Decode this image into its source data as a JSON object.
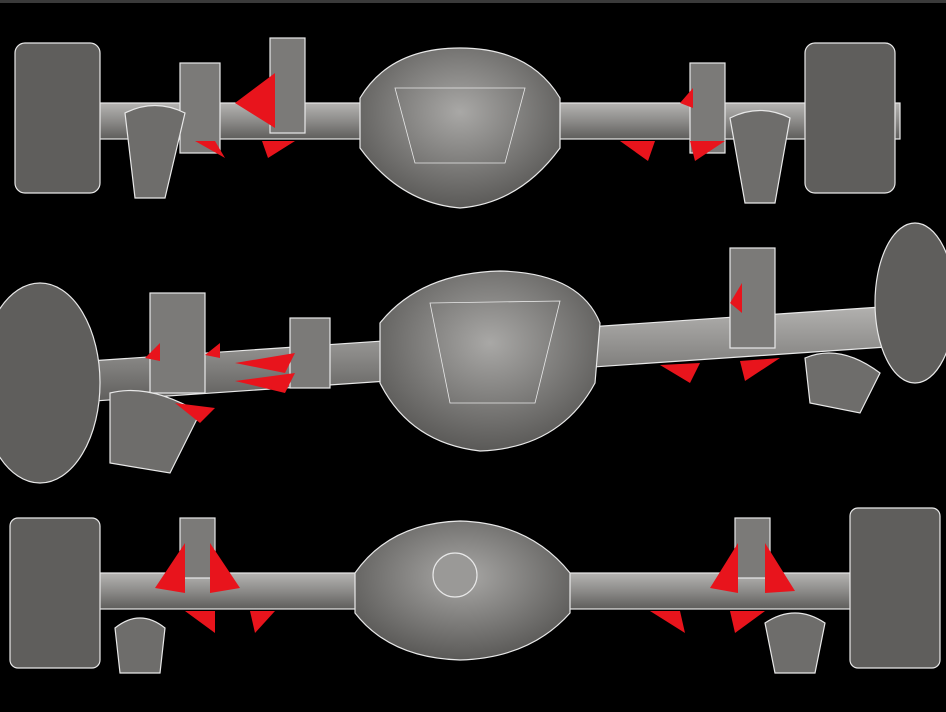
{
  "colors": {
    "background": "#000000",
    "axle_gray": "#8f8e8c",
    "edge_white": "#e8e8e8",
    "gusset_red": "#e8141c"
  },
  "axles": [
    {
      "view": "rear-elevation"
    },
    {
      "view": "perspective"
    },
    {
      "view": "front-elevation"
    }
  ]
}
